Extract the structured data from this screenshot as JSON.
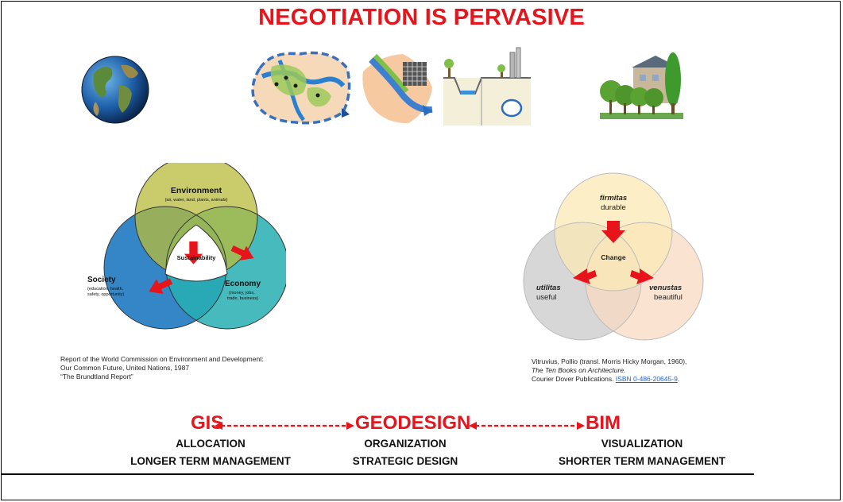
{
  "title": "NEGOTIATION IS PERVASIVE",
  "left_venn": {
    "top": {
      "label": "Environment",
      "sub": "(air, water, land, plants, animals)"
    },
    "left": {
      "label": "Society",
      "sub1": "(education, health,",
      "sub2": "safety, opportunity)"
    },
    "right": {
      "label": "Economy",
      "sub1": "(money, jobs,",
      "sub2": "trade, business)"
    },
    "center": "Sustainability",
    "citation": [
      "Report of the World Commission on Environment and Development:",
      "Our Common Future,  United Nations, 1987",
      "“The Brundtland Report”"
    ]
  },
  "right_venn": {
    "top": {
      "label": "firmitas",
      "sub": "durable"
    },
    "left": {
      "label": "utilitas",
      "sub": "useful"
    },
    "right": {
      "label": "venustas",
      "sub": "beautiful"
    },
    "center": "Change",
    "citation": {
      "line1": "Vitruvius, Pollio (transl. Morris Hicky Morgan, 1960),",
      "line2": "The Ten Books on Architecture.",
      "line3_prefix": "Courier Dover Publications. ",
      "isbn": "ISBN 0-486-20645-9",
      "line3_suffix": "."
    }
  },
  "bottom": {
    "gis": {
      "label": "GIS",
      "line1": "ALLOCATION",
      "line2": "LONGER TERM MANAGEMENT"
    },
    "geodesign": {
      "label": "GEODESIGN",
      "line1": "ORGANIZATION",
      "line2": "STRATEGIC DESIGN"
    },
    "bim": {
      "label": "BIM",
      "line1": "VISUALIZATION",
      "line2": "SHORTER TERM MANAGEMENT"
    }
  },
  "colors": {
    "title_red": "#e8141c",
    "environment": "#b8bb3a",
    "society": "#2a7fc4",
    "economy": "#27aeb3",
    "firmitas": "#fbe9b6",
    "utilitas": "#c9c9c9",
    "venustas": "#f8d9c2",
    "arrow_red": "#e8141c"
  },
  "icons": [
    "globe-icon",
    "regional-plan-icon",
    "district-plan-icon",
    "street-section-icon",
    "house-trees-icon"
  ]
}
